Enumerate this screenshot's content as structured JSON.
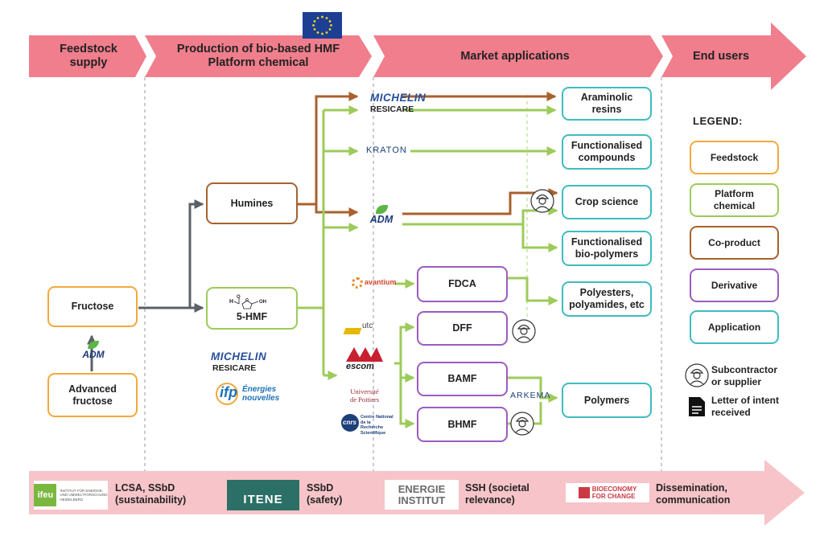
{
  "header": {
    "col1": "Feedstock\nsupply",
    "col2": "Production of bio-based HMF\nPlatform chemical",
    "col3": "Market applications",
    "col4": "End users"
  },
  "feedstock": {
    "fructose": "Fructose",
    "advanced_fructose": "Advanced\nfructose",
    "adm_logo": "ADM"
  },
  "platform": {
    "humines": "Humines",
    "hmf": "5-HMF",
    "michelin": "MICHELIN",
    "resicare": "RESICARE",
    "ifp_short": "ifp",
    "ifp_text": "Énergies\nnouvelles"
  },
  "partners": {
    "michelin": "MICHELIN",
    "resicare": "RESICARE",
    "kraton": "KRATON",
    "adm": "ADM",
    "avantium": "avantium",
    "utc": "utc",
    "escom": "escom",
    "poitiers": "Université\nde Poitiers",
    "cnrs_short": "cnrs",
    "cnrs_text": "Centre National\nde la Recherche\nScientifique",
    "arkema": "ARKEMA"
  },
  "derivatives": {
    "fdca": "FDCA",
    "dff": "DFF",
    "bamf": "BAMF",
    "bhmf": "BHMF"
  },
  "applications": {
    "araminolic": "Araminolic\nresins",
    "functionalised_compounds": "Functionalised\ncompounds",
    "crop_science": "Crop science",
    "bio_polymers": "Functionalised\nbio-polymers",
    "polyesters": "Polyesters,\npolyamides, etc",
    "polymers": "Polymers"
  },
  "legend": {
    "title": "LEGEND:",
    "feedstock": "Feedstock",
    "platform": "Platform\nchemical",
    "coproduct": "Co-product",
    "derivative": "Derivative",
    "application": "Application",
    "subcontractor": "Subcontractor\nor supplier",
    "letter": "Letter of intent\nreceived"
  },
  "footer": {
    "ifeu_logo": "ifeu",
    "ifeu_sub": "INSTITUT FÜR ENERGIE-\nUND UMWELTFORSCHUNG\nHEIDELBERG",
    "ifeu_role": "LCSA, SSbD\n(sustainability)",
    "itene_logo": "ITENE",
    "itene_role": "SSbD\n(safety)",
    "energie_logo": "ENERGIE\nINSTITUT",
    "energie_role": "SSH (societal\nrelevance)",
    "bio_logo": "BIOECONOMY\nFOR CHANGE",
    "bio_role": "Dissemination,\ncommunication"
  },
  "colors": {
    "header_arrow": "#f07e8c",
    "footer_arrow": "#f6c4c9",
    "feedstock": "#f2a93b",
    "platform": "#9dcb5a",
    "coproduct": "#a8612e",
    "derivative": "#9b5cc0",
    "application": "#3fbcc0",
    "grey_arrow": "#5b6066",
    "michelin_blue": "#27509b"
  }
}
